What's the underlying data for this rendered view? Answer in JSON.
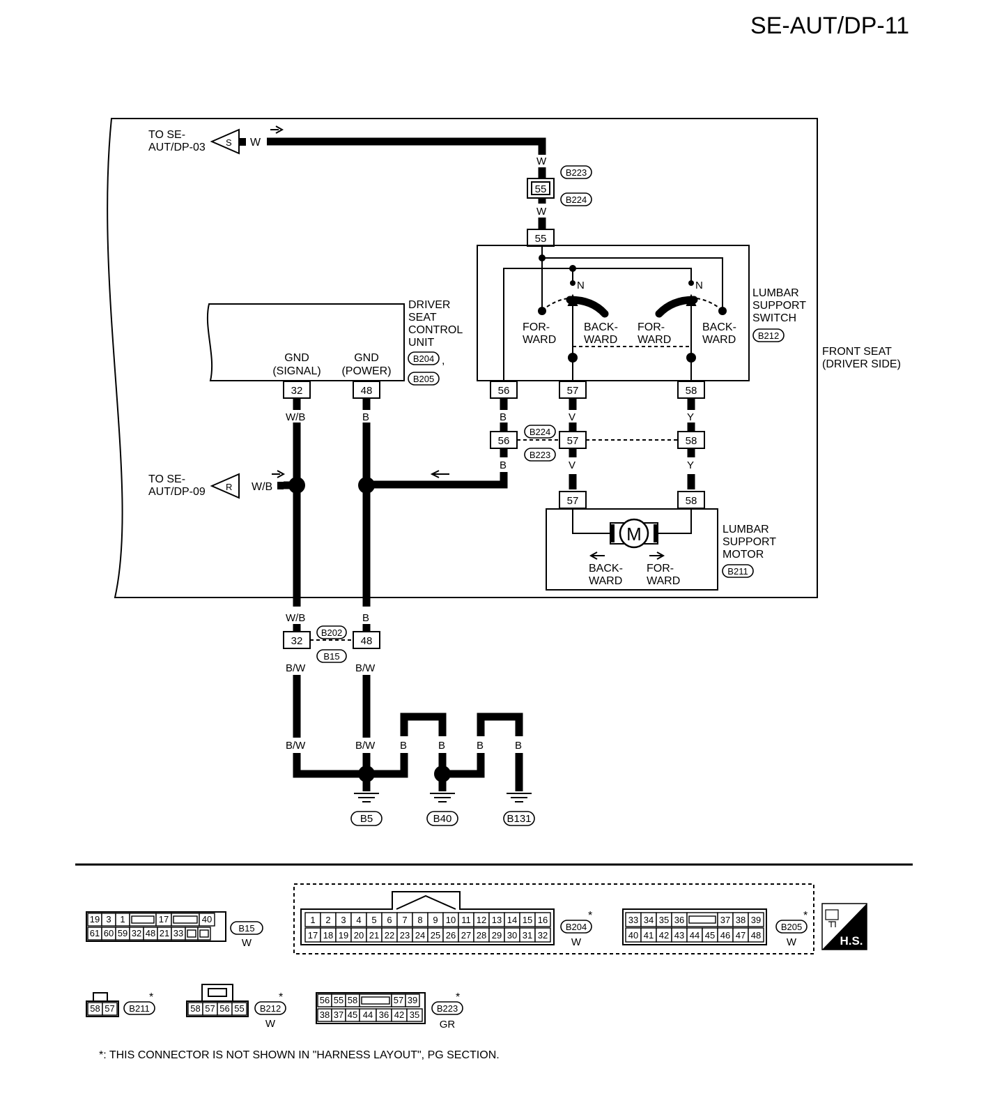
{
  "page_title": "SE-AUT/DP-11",
  "offpage": {
    "top": {
      "text1": "TO SE-",
      "text2": "AUT/DP-03",
      "letter": "S",
      "wire": "W"
    },
    "mid": {
      "text1": "TO SE-",
      "text2": "AUT/DP-09",
      "letter": "R",
      "wire": "W/B"
    }
  },
  "connectors": {
    "b223": "B223",
    "b224": "B224",
    "b204": "B204",
    "b205": "B205",
    "b212": "B212",
    "b211": "B211",
    "b202": "B202",
    "b15": "B15"
  },
  "wires": {
    "w": "W",
    "b": "B",
    "v": "V",
    "y": "Y",
    "wb": "W/B",
    "bw": "B/W"
  },
  "pins": {
    "p32": "32",
    "p48": "48",
    "p55": "55",
    "p56": "56",
    "p57": "57",
    "p58": "58"
  },
  "dscu": {
    "l1": "DRIVER",
    "l2": "SEAT",
    "l3": "CONTROL",
    "l4": "UNIT",
    "gnd": "GND",
    "signal": "(SIGNAL)",
    "power": "(POWER)"
  },
  "lumbar_switch": {
    "l1": "LUMBAR",
    "l2": "SUPPORT",
    "l3": "SWITCH",
    "n": "N",
    "for1": "FOR-",
    "for2": "WARD",
    "back1": "BACK-",
    "back2": "WARD"
  },
  "front_seat": {
    "l1": "FRONT SEAT",
    "l2": "(DRIVER SIDE)"
  },
  "motor": {
    "l1": "LUMBAR",
    "l2": "SUPPORT",
    "l3": "MOTOR",
    "m": "M"
  },
  "grounds": [
    "B5",
    "B40",
    "B131"
  ],
  "connector_views": {
    "b15": {
      "id": "B15",
      "color": "W",
      "row1": [
        "19",
        "3",
        "1",
        "",
        "17",
        "",
        "40"
      ],
      "row2": [
        "61",
        "60",
        "59",
        "32",
        "48",
        "21",
        "33",
        "",
        ""
      ]
    },
    "b204": {
      "id": "B204",
      "color": "W",
      "row1": [
        "1",
        "2",
        "3",
        "4",
        "5",
        "6",
        "7",
        "8",
        "9",
        "10",
        "11",
        "12",
        "13",
        "14",
        "15",
        "16"
      ],
      "row2": [
        "17",
        "18",
        "19",
        "20",
        "21",
        "22",
        "23",
        "24",
        "25",
        "26",
        "27",
        "28",
        "29",
        "30",
        "31",
        "32"
      ]
    },
    "b205": {
      "id": "B205",
      "color": "W",
      "row1": [
        "33",
        "34",
        "35",
        "36",
        "",
        "37",
        "38",
        "39"
      ],
      "row2": [
        "40",
        "41",
        "42",
        "43",
        "44",
        "45",
        "46",
        "47",
        "48"
      ]
    },
    "b211": {
      "id": "B211",
      "pins": [
        "58",
        "57"
      ]
    },
    "b212": {
      "id": "B212",
      "color": "W",
      "pins": [
        "58",
        "57",
        "56",
        "55"
      ]
    },
    "b223": {
      "id": "B223",
      "color": "GR",
      "row1": [
        "56",
        "55",
        "58",
        "",
        "57",
        "39"
      ],
      "row2": [
        "38",
        "37",
        "45",
        "44",
        "36",
        "42",
        "35"
      ]
    }
  },
  "star": "*",
  "hs_label": "H.S.",
  "footnote": "*: THIS CONNECTOR IS NOT SHOWN IN \"HARNESS LAYOUT\", PG SECTION."
}
